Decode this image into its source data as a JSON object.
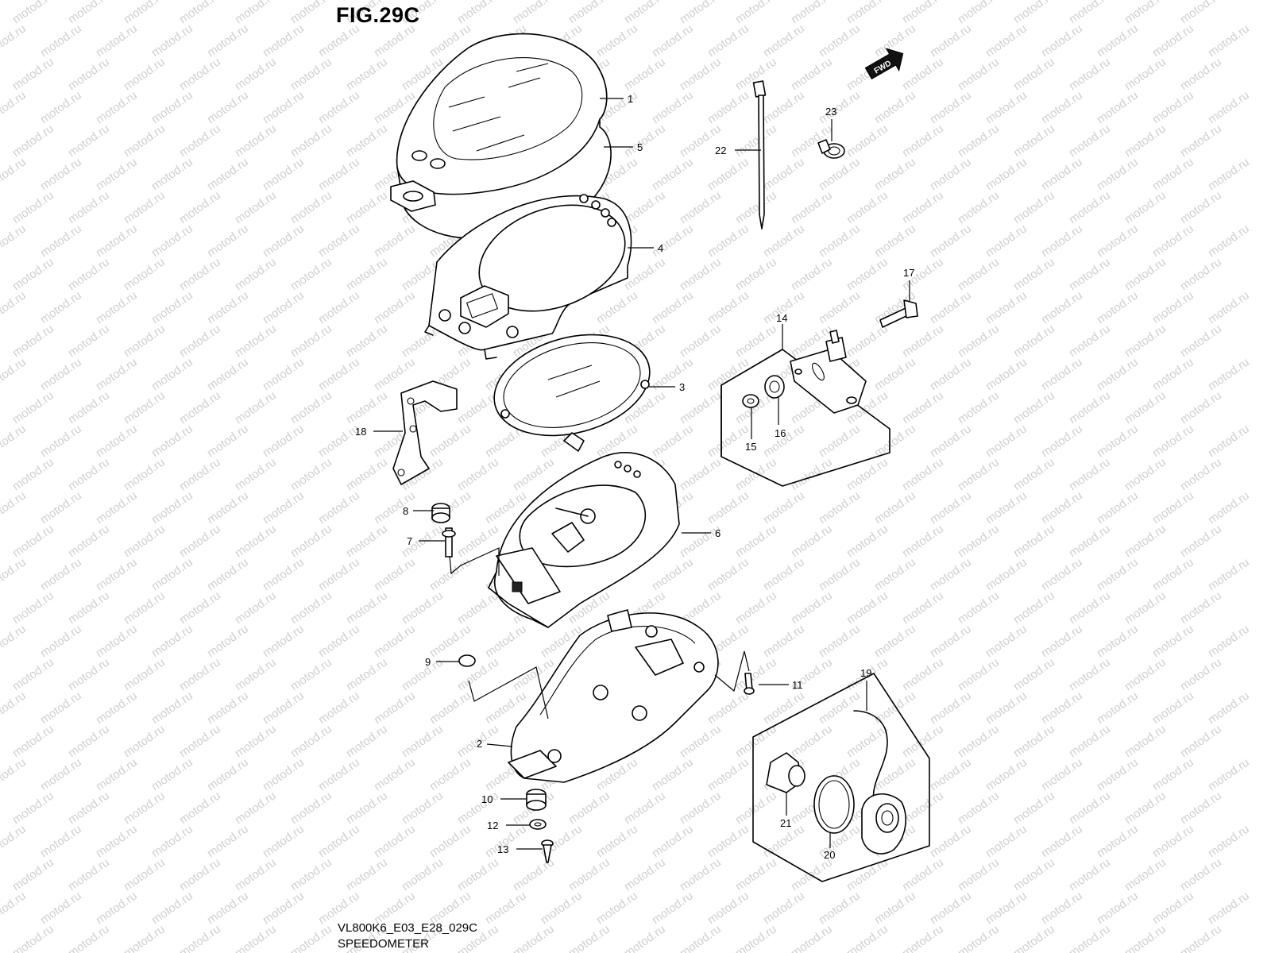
{
  "figure": {
    "title": "FIG.29C",
    "code": "VL800K6_E03_E28_029C",
    "name": "SPEEDOMETER",
    "direction_label": "FWD",
    "watermark": "motod.ru"
  },
  "callouts": [
    {
      "id": "1",
      "text": "1"
    },
    {
      "id": "2",
      "text": "2"
    },
    {
      "id": "3",
      "text": "3"
    },
    {
      "id": "4",
      "text": "4"
    },
    {
      "id": "5",
      "text": "5"
    },
    {
      "id": "6",
      "text": "6"
    },
    {
      "id": "7",
      "text": "7"
    },
    {
      "id": "8",
      "text": "8"
    },
    {
      "id": "9",
      "text": "9"
    },
    {
      "id": "10",
      "text": "10"
    },
    {
      "id": "11",
      "text": "11"
    },
    {
      "id": "12",
      "text": "12"
    },
    {
      "id": "13",
      "text": "13"
    },
    {
      "id": "14",
      "text": "14"
    },
    {
      "id": "15",
      "text": "15"
    },
    {
      "id": "16",
      "text": "16"
    },
    {
      "id": "17",
      "text": "17"
    },
    {
      "id": "18",
      "text": "18"
    },
    {
      "id": "19",
      "text": "19"
    },
    {
      "id": "20",
      "text": "20"
    },
    {
      "id": "21",
      "text": "21"
    },
    {
      "id": "22",
      "text": "22"
    },
    {
      "id": "23",
      "text": "23"
    }
  ]
}
